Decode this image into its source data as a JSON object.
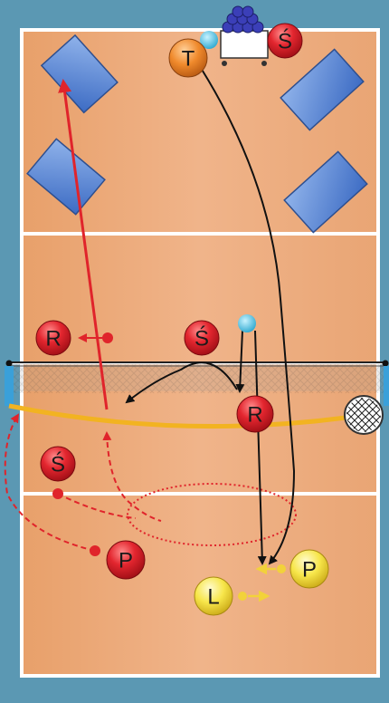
{
  "players": [
    {
      "id": "T",
      "label": "T",
      "color": "orange"
    },
    {
      "id": "S1",
      "label": "Ś",
      "color": "red"
    },
    {
      "id": "R1",
      "label": "R",
      "color": "red"
    },
    {
      "id": "S2",
      "label": "Ś",
      "color": "red"
    },
    {
      "id": "R2",
      "label": "R",
      "color": "red"
    },
    {
      "id": "S3",
      "label": "Ś",
      "color": "red"
    },
    {
      "id": "P1",
      "label": "P",
      "color": "red"
    },
    {
      "id": "P2",
      "label": "P",
      "color": "yellow"
    },
    {
      "id": "L",
      "label": "L",
      "color": "yellow"
    }
  ],
  "colors": {
    "court": "#e9a877",
    "court_border": "#5b98b3",
    "red_player": "#d8202a",
    "yellow_player": "#f4df3a",
    "orange_player": "#f08a2c",
    "red_arrow": "#e0242b",
    "black_arrow": "#111111",
    "yellow_arrow": "#f2d23a",
    "attack_line": "#f2b321",
    "ball": "#4fc3e0",
    "mat": "#4f7fd0"
  },
  "objects": [
    "ball-cart",
    "landing-mats",
    "net",
    "antenna-ball-icon",
    "target-zone-ellipse"
  ]
}
